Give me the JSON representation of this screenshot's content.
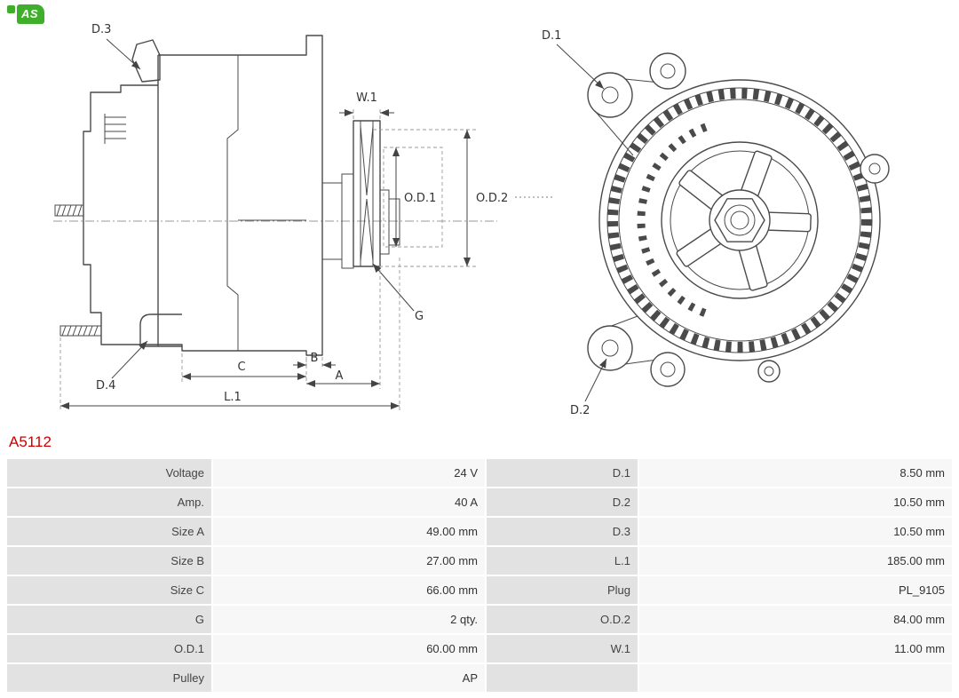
{
  "logo": {
    "text": "AS",
    "color": "#3fae2a"
  },
  "part_number": "A5112",
  "colors": {
    "part_number_red": "#cc0000",
    "logo_green": "#3fae2a",
    "label_cell_bg": "#e2e2e2",
    "value_cell_bg": "#f7f7f7"
  },
  "diagram_labels": {
    "d3": "D.3",
    "w1": "W.1",
    "od1": "O.D.1",
    "od2": "O.D.2",
    "g": "G",
    "d4": "D.4",
    "c": "C",
    "b": "B",
    "a": "A",
    "l1": "L.1",
    "d1": "D.1",
    "d2": "D.2"
  },
  "spec_table": {
    "rows": [
      {
        "left_label": "Voltage",
        "left_value": "24 V",
        "right_label": "D.1",
        "right_value": "8.50 mm"
      },
      {
        "left_label": "Amp.",
        "left_value": "40 A",
        "right_label": "D.2",
        "right_value": "10.50 mm"
      },
      {
        "left_label": "Size A",
        "left_value": "49.00 mm",
        "right_label": "D.3",
        "right_value": "10.50 mm"
      },
      {
        "left_label": "Size B",
        "left_value": "27.00 mm",
        "right_label": "L.1",
        "right_value": "185.00 mm"
      },
      {
        "left_label": "Size C",
        "left_value": "66.00 mm",
        "right_label": "Plug",
        "right_value": "PL_9105"
      },
      {
        "left_label": "G",
        "left_value": "2 qty.",
        "right_label": "O.D.2",
        "right_value": "84.00 mm"
      },
      {
        "left_label": "O.D.1",
        "left_value": "60.00 mm",
        "right_label": "W.1",
        "right_value": "11.00 mm"
      },
      {
        "left_label": "Pulley",
        "left_value": "AP",
        "right_label": "",
        "right_value": ""
      }
    ]
  }
}
